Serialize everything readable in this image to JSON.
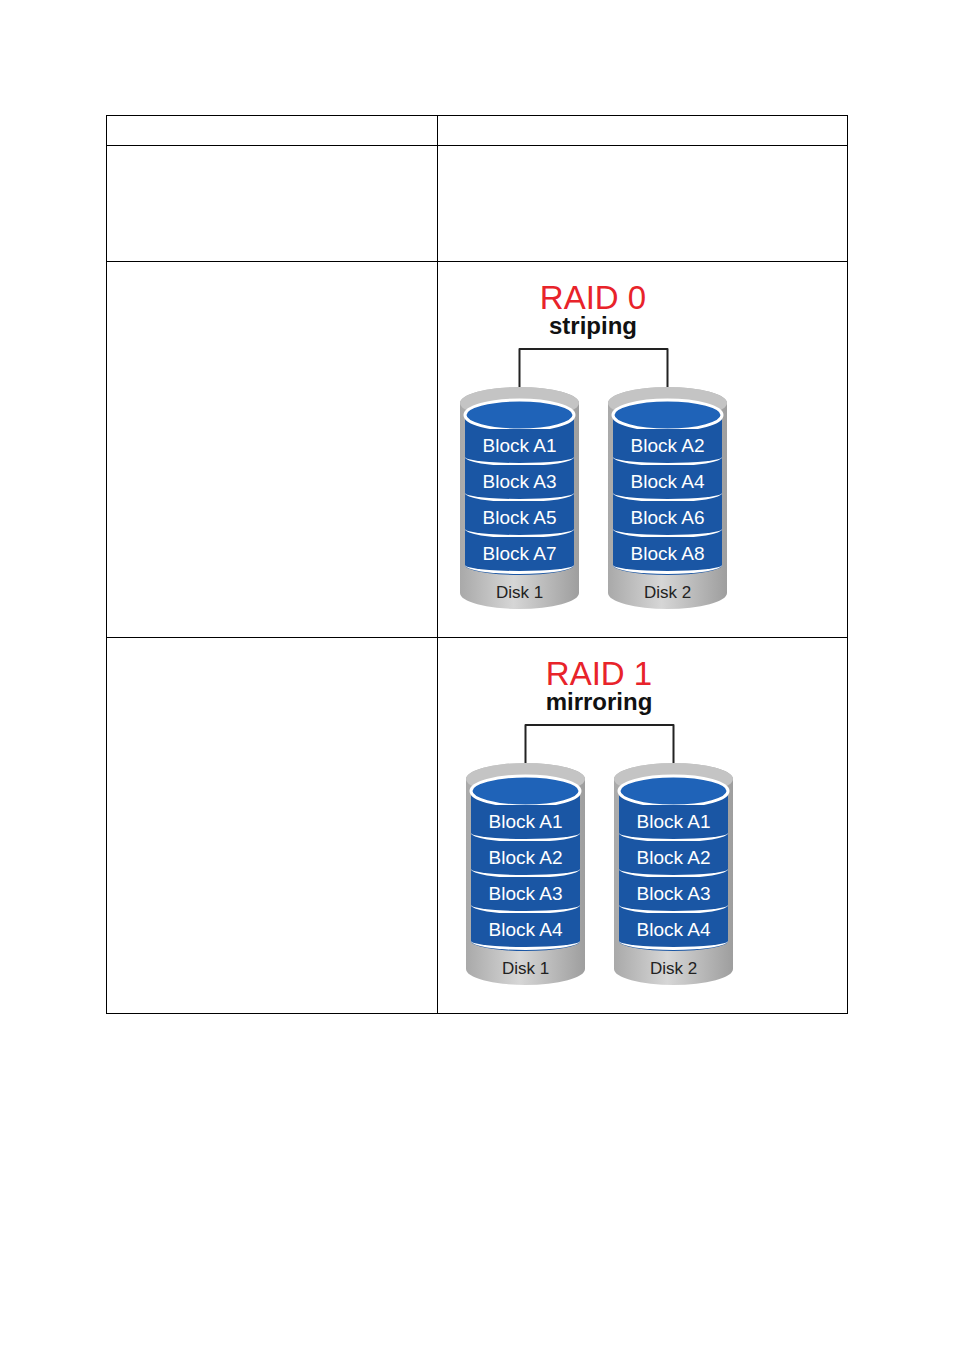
{
  "diagram": {
    "nodes": [
      {
        "text": [
          "Disk 1"
        ]
      },
      {
        "text": [
          "Block A1"
        ],
        "in": 0
      },
      {
        "text": [
          "Block A3"
        ],
        "in": 0
      },
      {
        "text": [
          "Block A5"
        ],
        "in": 0
      },
      {
        "text": [
          "Block A7"
        ],
        "in": 0
      },
      {
        "text": [
          "Disk 2"
        ]
      },
      {
        "text": [
          "Block A2"
        ],
        "in": 5
      },
      {
        "text": [
          "Block A4"
        ],
        "in": 5
      },
      {
        "text": [
          "Block A6"
        ],
        "in": 5
      },
      {
        "text": [
          "Block A8"
        ],
        "in": 5
      },
      {
        "text": [
          "Disk 1"
        ]
      },
      {
        "text": [
          "Block A1"
        ],
        "in": 10
      },
      {
        "text": [
          "Block A2"
        ],
        "in": 10
      },
      {
        "text": [
          "Block A3"
        ],
        "in": 10
      },
      {
        "text": [
          "Block A4"
        ],
        "in": 10
      },
      {
        "text": [
          "Disk 2"
        ]
      },
      {
        "text": [
          "Block A1"
        ],
        "in": 15
      },
      {
        "text": [
          "Block A2"
        ],
        "in": 15
      },
      {
        "text": [
          "Block A3"
        ],
        "in": 15
      },
      {
        "text": [
          "Block A4"
        ],
        "in": 15
      }
    ],
    "edges": [
      {
        "from": 0,
        "to": 5,
        "arrow": "none"
      },
      {
        "from": 10,
        "to": 15,
        "arrow": "none"
      }
    ],
    "labels": [
      "RAID 0",
      "striping",
      "RAID 1",
      "mirroring"
    ]
  }
}
